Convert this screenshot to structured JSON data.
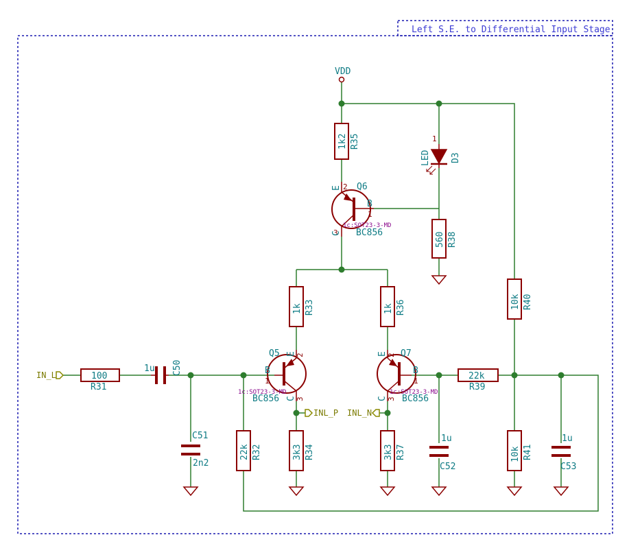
{
  "sheet": {
    "title": "Left S.E. to Differential Input Stage"
  },
  "colors": {
    "wire": "#2e7d2e",
    "part": "#8b0000",
    "label": "#0e7b84",
    "border": "#1a1ab0",
    "hier": "#8a8a00",
    "field": "#8a0a8c"
  },
  "power": {
    "vdd": "VDD"
  },
  "components": {
    "r31": {
      "ref": "R31",
      "value": "100"
    },
    "c50": {
      "ref": "C50",
      "value": "1u"
    },
    "c51": {
      "ref": "C51",
      "value": "2n2"
    },
    "r32": {
      "ref": "R32",
      "value": "22k"
    },
    "r33": {
      "ref": "R33",
      "value": "1k"
    },
    "r34": {
      "ref": "R34",
      "value": "3k3"
    },
    "r35": {
      "ref": "R35",
      "value": "1k2"
    },
    "r36": {
      "ref": "R36",
      "value": "1k"
    },
    "r37": {
      "ref": "R37",
      "value": "3k3"
    },
    "r38": {
      "ref": "R38",
      "value": "560"
    },
    "r39": {
      "ref": "R39",
      "value": "22k"
    },
    "r40": {
      "ref": "R40",
      "value": "10k"
    },
    "r41": {
      "ref": "R41",
      "value": "10k"
    },
    "c52": {
      "ref": "C52",
      "value": "1u"
    },
    "c53": {
      "ref": "C53",
      "value": "1u"
    },
    "d3": {
      "ref": "D3",
      "value": "LED"
    },
    "q5": {
      "ref": "Q5",
      "value": "BC856",
      "footprint": "1c:SOT23-3-MD"
    },
    "q6": {
      "ref": "Q6",
      "value": "BC856",
      "footprint": "1c:SOT23-3-MD"
    },
    "q7": {
      "ref": "Q7",
      "value": "BC856",
      "footprint": "1c:SOT23-3-MD"
    }
  },
  "pins": {
    "b": "B",
    "c": "C",
    "e": "E",
    "p1": "1",
    "p2": "2",
    "p3": "3"
  },
  "ports": {
    "in_l": "IN_L",
    "inl_p": "INL_P",
    "inl_n": "INL_N"
  }
}
